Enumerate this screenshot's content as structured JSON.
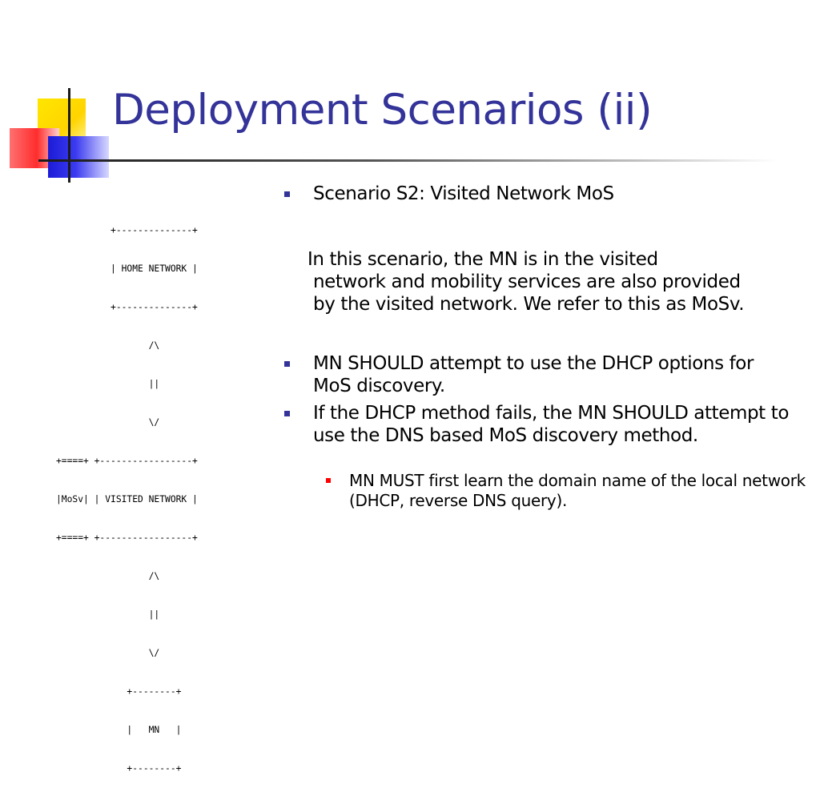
{
  "slide": {
    "title": "Deployment Scenarios (ii)",
    "diagram_lines": [
      "          +--------------+",
      "          | HOME NETWORK |",
      "          +--------------+",
      "                 /\\",
      "                 ||",
      "                 \\/",
      "+====+ +-----------------+",
      "|MoSv| | VISITED NETWORK |",
      "+====+ +-----------------+",
      "                 /\\",
      "                 ||",
      "                 \\/",
      "             +--------+",
      "             |   MN   |",
      "             +--------+"
    ],
    "bullets": [
      {
        "text": "Scenario S2: Visited Network MoS"
      },
      {
        "text": "MN SHOULD attempt to use the DHCP options for MoS discovery."
      },
      {
        "text": "If the DHCP method fails, the MN SHOULD attempt to use the DNS based MoS discovery method."
      }
    ],
    "paragraph_lines": [
      "In this scenario, the MN is in the visited",
      "network and mobility services are also provided",
      "by the visited network. We refer to this as MoSv."
    ],
    "sub_bullet": {
      "text": "MN MUST first learn the domain name of the local network (DHCP, reverse DNS query)."
    }
  },
  "colors": {
    "title": "#333399",
    "bullet_marker": "#333399",
    "sub_bullet_marker": "#ff0000",
    "logo_yellow": "#ffd400",
    "logo_red": "#ff2d2d",
    "logo_blue": "#2a2ae0"
  }
}
